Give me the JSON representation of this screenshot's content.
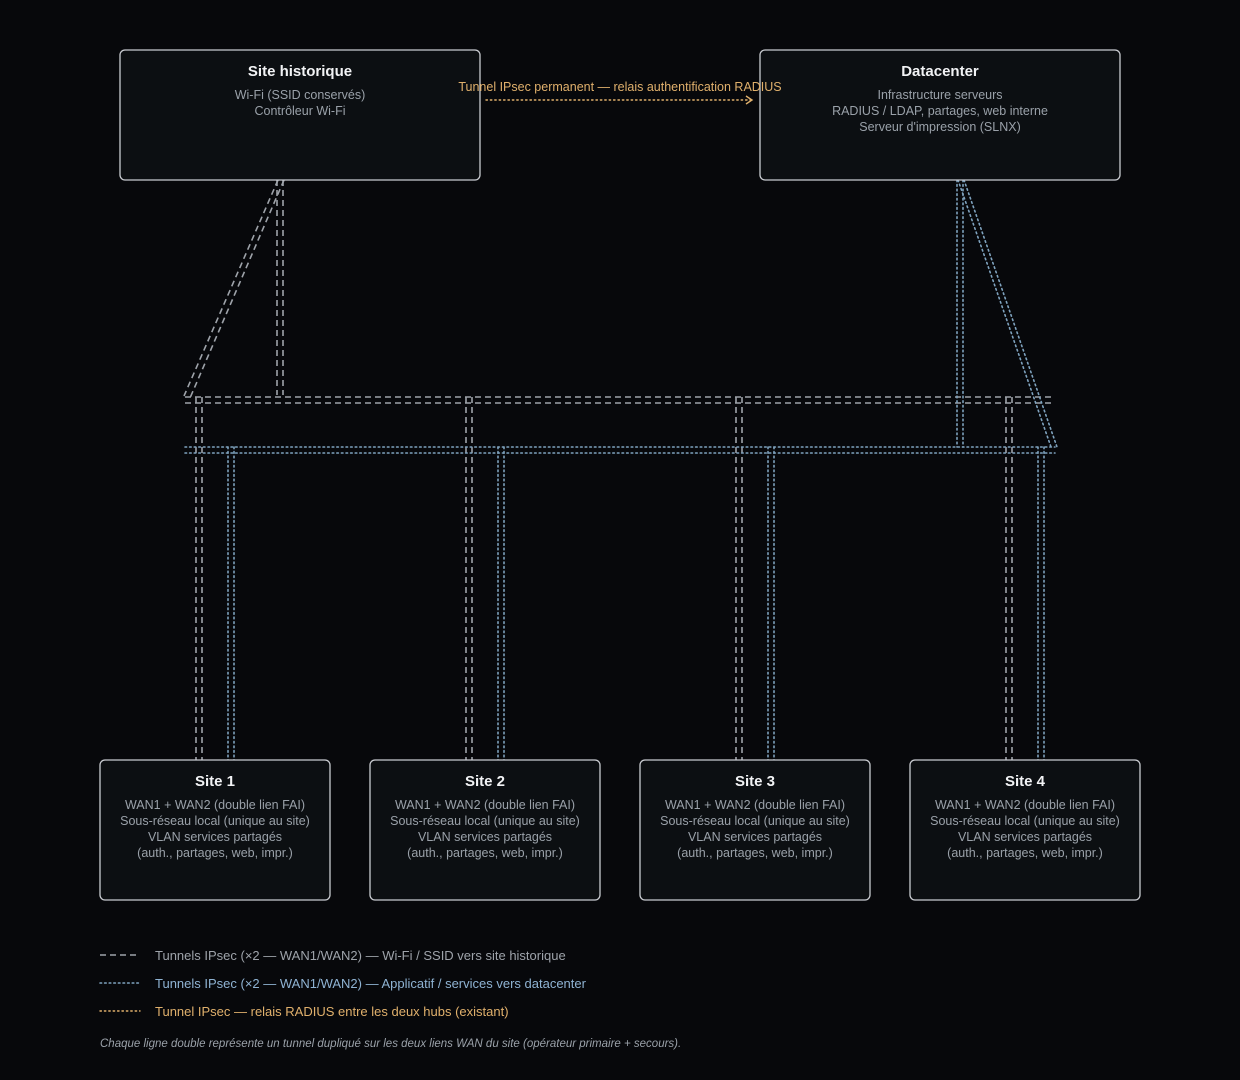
{
  "hubs": {
    "historique": {
      "title": "Site historique",
      "lines": [
        "Wi-Fi (SSID conservés)",
        "Contrôleur Wi-Fi"
      ]
    },
    "datacenter": {
      "title": "Datacenter",
      "lines": [
        "Infrastructure serveurs",
        "RADIUS / LDAP, partages, web interne",
        "Serveur d'impression (SLNX)"
      ]
    }
  },
  "hub_link_label": "Tunnel IPsec permanent — relais authentification RADIUS",
  "sites": [
    {
      "title": "Site 1",
      "lines": [
        "WAN1 + WAN2 (double lien FAI)",
        "Sous-réseau local (unique au site)",
        "VLAN services partagés",
        "(auth., partages, web, impr.)"
      ]
    },
    {
      "title": "Site 2",
      "lines": [
        "WAN1 + WAN2 (double lien FAI)",
        "Sous-réseau local (unique au site)",
        "VLAN services partagés",
        "(auth., partages, web, impr.)"
      ]
    },
    {
      "title": "Site 3",
      "lines": [
        "WAN1 + WAN2 (double lien FAI)",
        "Sous-réseau local (unique au site)",
        "VLAN services partagés",
        "(auth., partages, web, impr.)"
      ]
    },
    {
      "title": "Site 4",
      "lines": [
        "WAN1 + WAN2 (double lien FAI)",
        "Sous-réseau local (unique au site)",
        "VLAN services partagés",
        "(auth., partages, web, impr.)"
      ]
    }
  ],
  "legend": [
    {
      "style": "wifi",
      "label": "Tunnels IPsec (×2 — WAN1/WAN2) — Wi-Fi / SSID vers site historique",
      "color": "#9ea3aa"
    },
    {
      "style": "app",
      "label": "Tunnels IPsec (×2 — WAN1/WAN2) — Applicatif / services vers datacenter",
      "color": "#8fb3d3"
    },
    {
      "style": "radius",
      "label": "Tunnel IPsec — relais RADIUS entre les deux hubs (existant)",
      "color": "#e0b06c"
    }
  ],
  "note": "Chaque ligne double représente un tunnel dupliqué sur les deux liens WAN du site (opérateur primaire + secours)."
}
